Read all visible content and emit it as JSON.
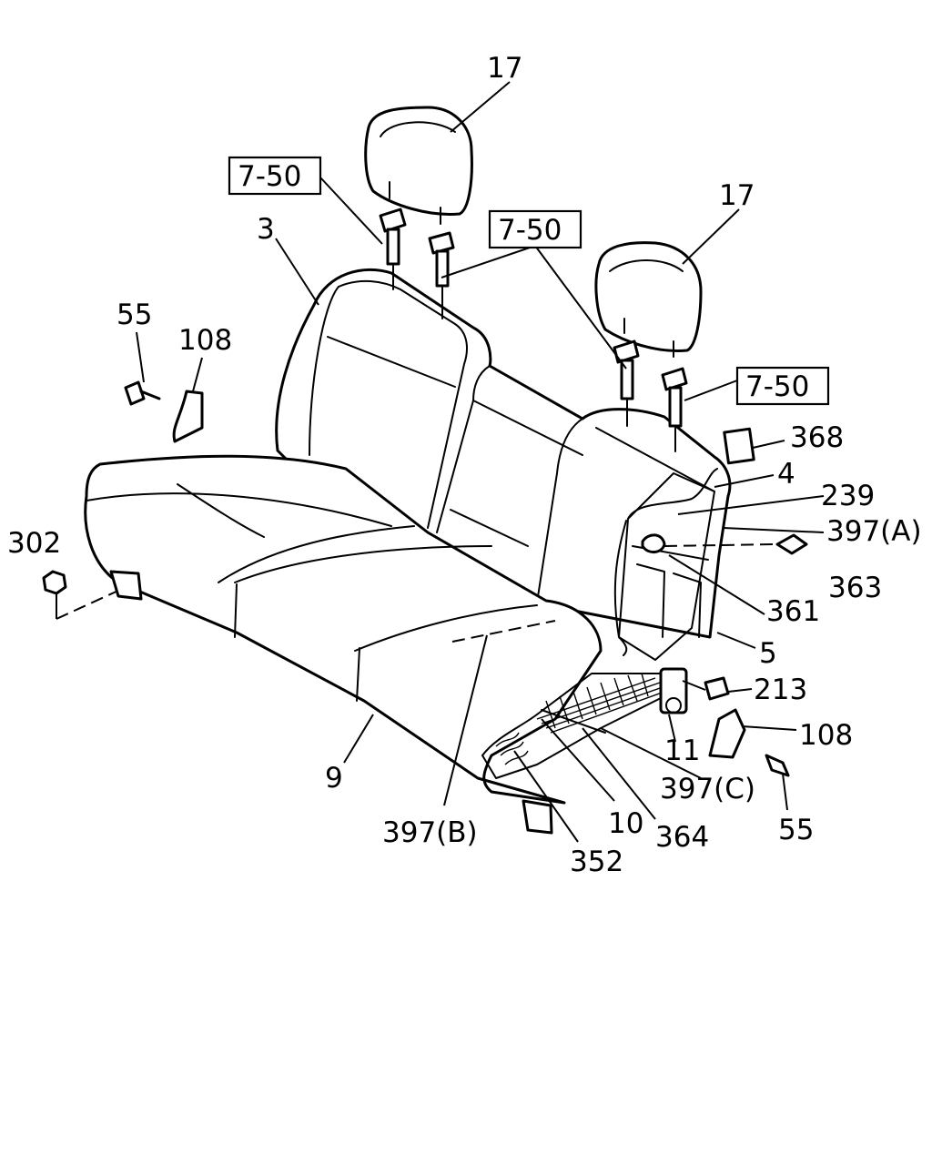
{
  "diagram": {
    "labels": {
      "headrest_left": "17",
      "headrest_right": "17",
      "ref_left": "7-50",
      "ref_middle": "7-50",
      "ref_right": "7-50",
      "seat_back": "3",
      "screw_left": "55",
      "bracket_left": "108",
      "nut_302": "302",
      "cover_368": "368",
      "frame_4": "4",
      "wire_239": "239",
      "clip_397a": "397(A)",
      "bolt_363": "363",
      "bolt_361": "361",
      "frame_5": "5",
      "plug_213": "213",
      "bracket_right": "108",
      "hinge_11": "11",
      "clip_397c": "397(C)",
      "screw_right": "55",
      "cushion_9": "9",
      "clip_397b": "397(B)",
      "spring_10": "10",
      "bar_364": "364",
      "spring_352": "352"
    }
  }
}
